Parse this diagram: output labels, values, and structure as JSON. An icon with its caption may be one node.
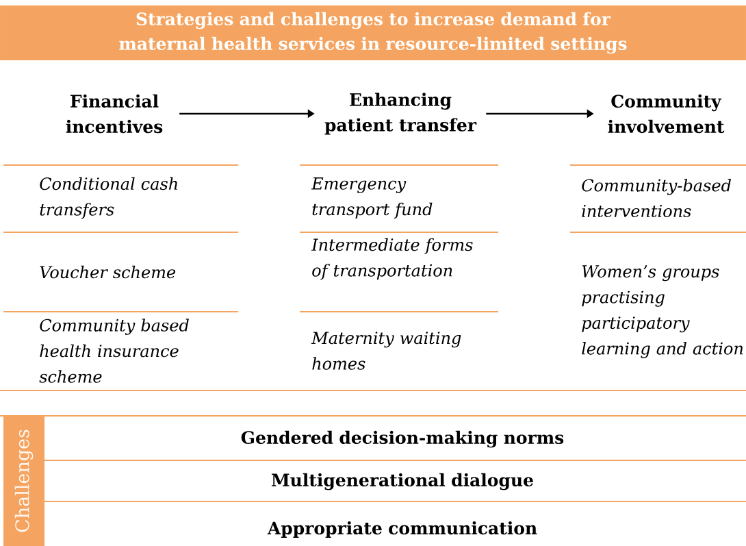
{
  "diagram": {
    "title": "Strategies and challenges to increase demand for maternal health services in resource-limited settings",
    "nodes": [
      {
        "text": [
          "Financial incentives"
        ]
      },
      {
        "text": [
          "Enhancing patient transfer"
        ]
      },
      {
        "text": [
          "Community involvement"
        ]
      },
      {
        "text": [
          "Challenges"
        ]
      }
    ],
    "edges": [
      {
        "from": 0,
        "to": 1,
        "arrow": "to"
      },
      {
        "from": 1,
        "to": 2,
        "arrow": "to"
      }
    ],
    "labels": [
      "Conditional cash transfers",
      "Emergency transport fund",
      "Community-based interventions",
      "Voucher scheme",
      "Intermediate forms of transportation",
      "Women’s groups practising participatory learning and action",
      "Community based health insurance scheme",
      "Maternity waiting homes",
      "Gendered decision-making norms",
      "Multigenerational dialogue",
      "Appropriate communication"
    ]
  }
}
